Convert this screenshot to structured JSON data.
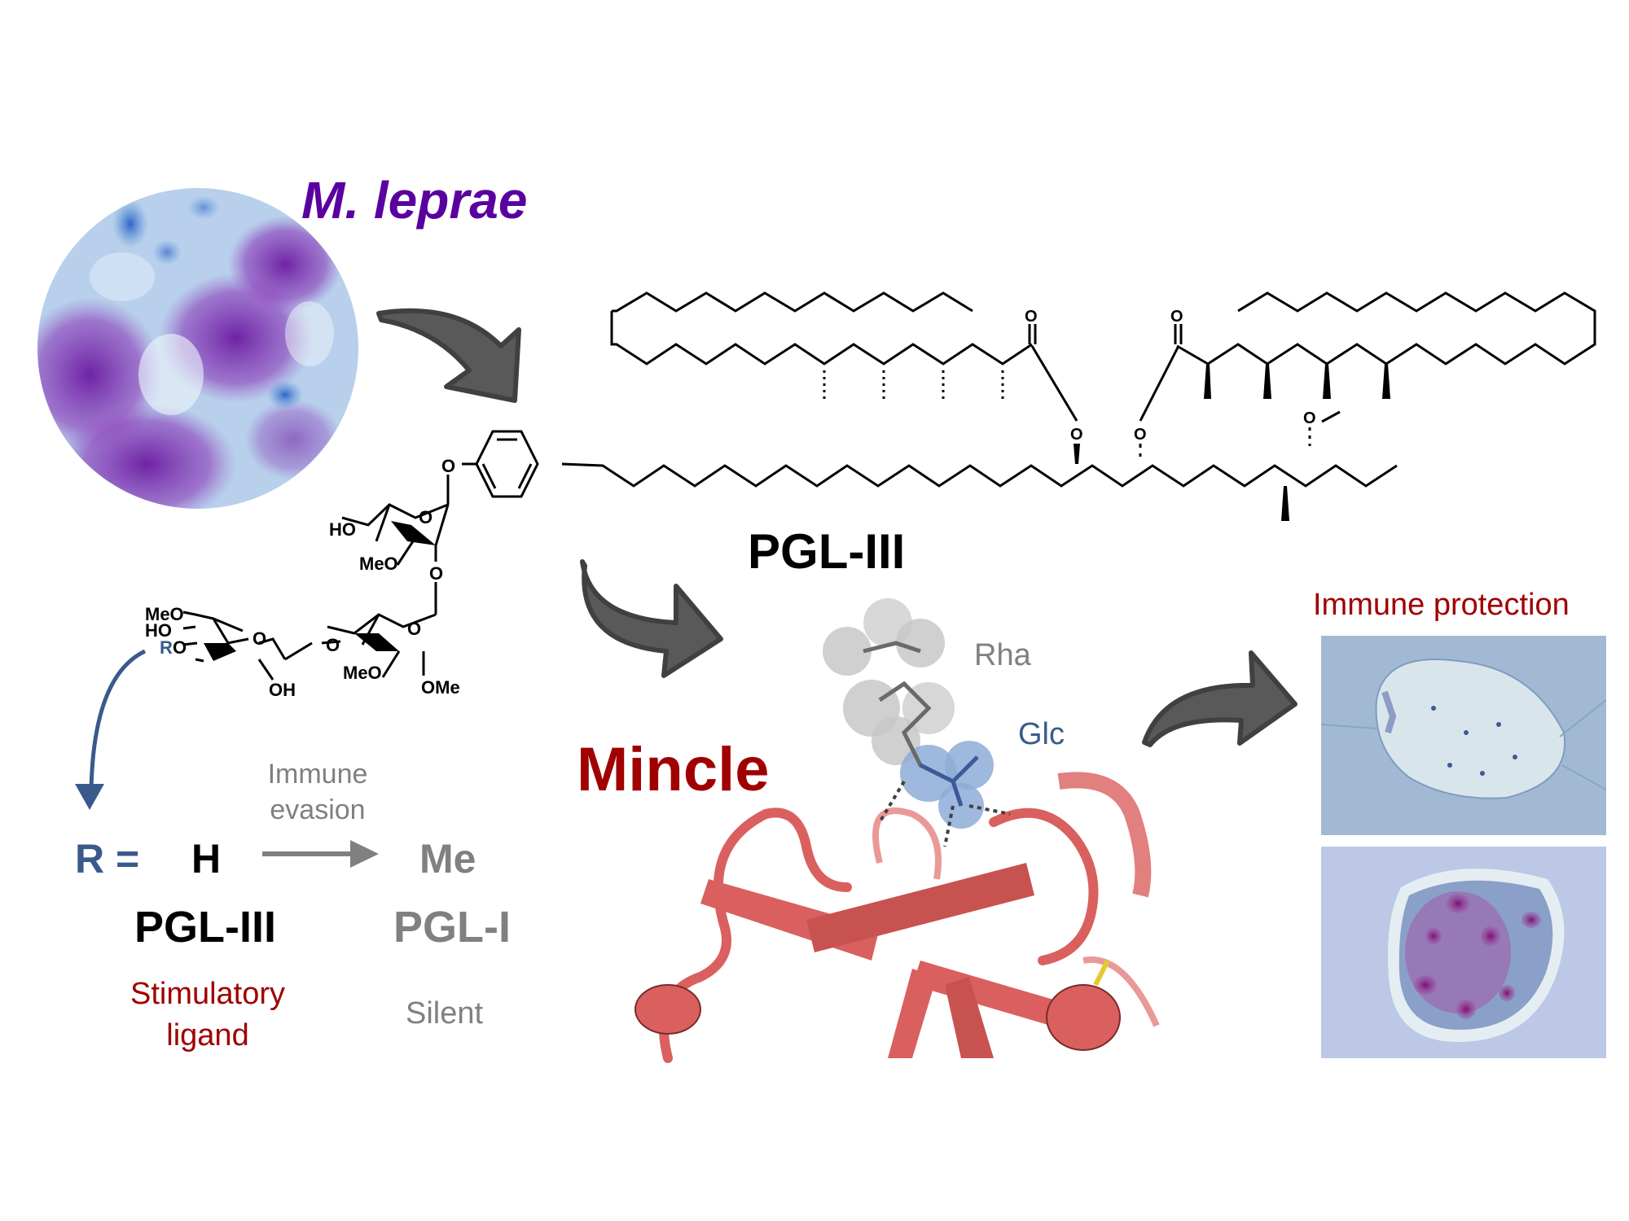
{
  "figure": {
    "organism": {
      "name": "M. leprae",
      "color": "#5a00a0"
    },
    "molecule": {
      "name": "PGL-III"
    },
    "receptor": {
      "name": "Mincle",
      "color": "#a00000"
    },
    "binding_site": {
      "rha_label": "Rha",
      "rha_color": "#808080",
      "glc_label": "Glc",
      "glc_color": "#3a5a8c"
    },
    "outcome": {
      "label": "Immune protection",
      "color": "#a00000"
    },
    "structure_atoms": {
      "carbonyl_o": "O",
      "ester_o": "O",
      "ether_o": "O",
      "phenol_o": "O",
      "ring_o": "O",
      "ho": "HO",
      "meo": "MeO",
      "oh": "OH",
      "ome": "OMe",
      "r_group": "R",
      "r_group_o": "O"
    },
    "r_group_panel": {
      "r_equals": "R =",
      "r_color": "#3a5a8c",
      "h": "H",
      "me": "Me",
      "evasion": "Immune evasion",
      "pgl3": "PGL-III",
      "pgl1": "PGL-I",
      "stimulatory": "Stimulatory ligand",
      "stimulatory_color": "#a00000",
      "silent": "Silent",
      "grey": "#808080"
    },
    "colors": {
      "arrow_fill": "#595959",
      "arrow_stroke": "#404040",
      "protein": "#d9605f",
      "protein_light": "#e99a98"
    }
  }
}
